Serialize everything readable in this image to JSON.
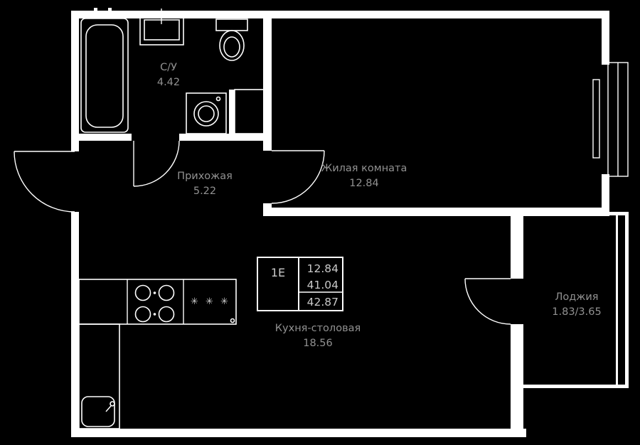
{
  "plan": {
    "info_box": {
      "unit": "1Е",
      "living_area": "12.84",
      "area": "41.04",
      "total_area": "42.87"
    },
    "rooms": {
      "bathroom": {
        "name": "С/У",
        "area": "4.42"
      },
      "hallway": {
        "name": "Прихожая",
        "area": "5.22"
      },
      "living_room": {
        "name": "Жилая комната",
        "area": "12.84"
      },
      "kitchen": {
        "name": "Кухня-столовая",
        "area": "18.56"
      },
      "loggia": {
        "name": "Лоджия",
        "area": "1.83/3.65"
      }
    },
    "symbols": {
      "fridge": "✳ ✳ ✳"
    },
    "colors": {
      "background": "#000000",
      "walls": "#ffffff",
      "label_text": "#919191",
      "info_text": "#c9c9c9"
    }
  }
}
